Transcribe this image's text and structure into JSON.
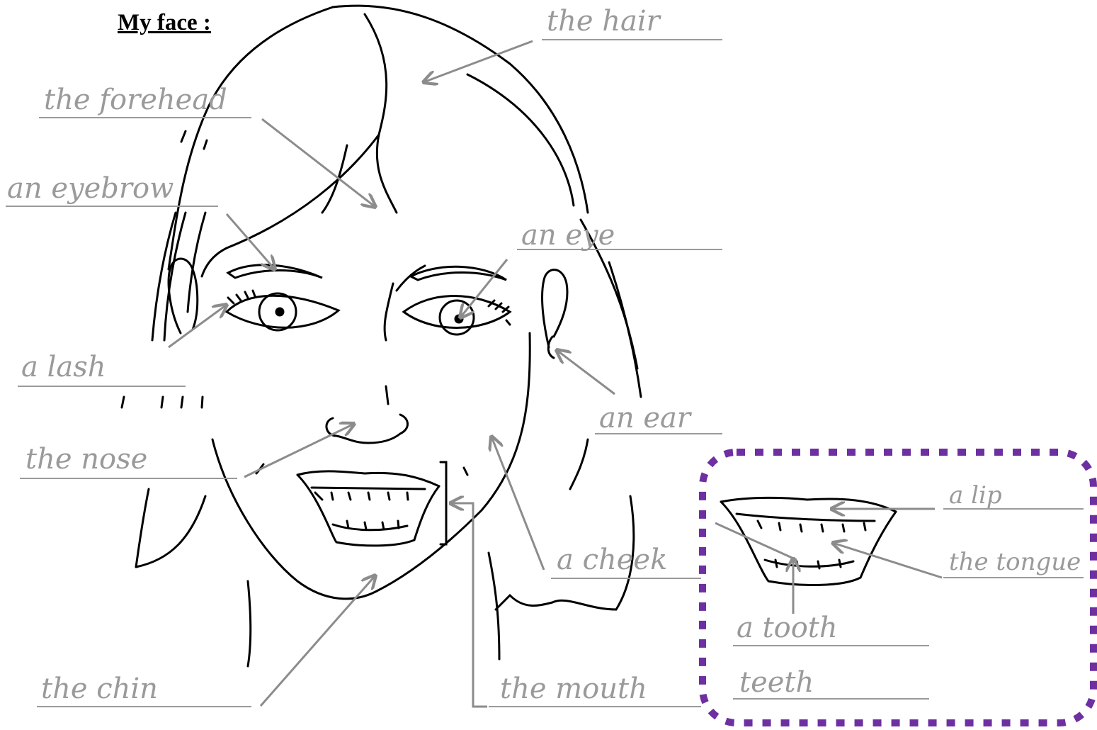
{
  "title": "My face :",
  "labels": {
    "hair": "the hair",
    "forehead": "the forehead",
    "eyebrow": "an eyebrow",
    "eye": "an eye",
    "lash": "a lash",
    "ear": "an ear",
    "nose": "the nose",
    "cheek": "a cheek",
    "chin": "the chin",
    "mouth": "the mouth",
    "lip": "a lip",
    "tongue": "the tongue",
    "tooth": "a tooth",
    "teeth": "teeth"
  },
  "colors": {
    "line_art": "#000000",
    "label_gray": "#9a9a9a",
    "arrow_gray": "#8c8c8c",
    "inset_border": "#6e2fa0"
  }
}
